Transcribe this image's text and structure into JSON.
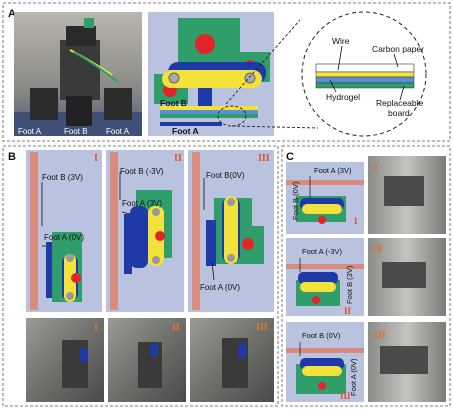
{
  "panels": {
    "A": {
      "label": "A",
      "photo_labels": [
        "Foot A",
        "Foot B",
        "Foot A"
      ],
      "schematic_labels": {
        "foot_b": "Foot B",
        "foot_a": "Foot A"
      },
      "zoom_labels": {
        "wire": "Wire",
        "carbon_paper": "Carbon paper",
        "hydrogel": "Hydrogel",
        "replaceable_board": "Replaceable board",
        "replaceable_board_line1": "Replaceable",
        "replaceable_board_line2": "board"
      }
    },
    "B": {
      "label": "B",
      "states": [
        {
          "numeral": "I",
          "foot_b": "Foot B (3V)",
          "foot_a": "Foot A (0V)"
        },
        {
          "numeral": "II",
          "foot_b": "Foot B (-3V)",
          "foot_a": "Foot A (3V)"
        },
        {
          "numeral": "III",
          "foot_b": "Foot B(0V)",
          "foot_a": "Foot A (0V)"
        }
      ],
      "photo_numerals": [
        "I",
        "II",
        "III"
      ]
    },
    "C": {
      "label": "C",
      "states": [
        {
          "numeral": "I",
          "foot_a": "Foot A (3V)",
          "foot_b": "Foot B (0V)"
        },
        {
          "numeral": "II",
          "foot_a": "Foot A (-3V)",
          "foot_b": "Foot B (3V)"
        },
        {
          "numeral": "III",
          "foot_b": "Foot B (0V)",
          "foot_a": "Foot A (0V)"
        }
      ],
      "photo_numerals": [
        "I",
        "II",
        "III"
      ]
    }
  },
  "colors": {
    "green": "#2f9e6b",
    "blue": "#1f3aa6",
    "yellow": "#f2e23a",
    "red": "#e3242b",
    "salmon": "#d98b7e",
    "orange": "#e0542a"
  }
}
